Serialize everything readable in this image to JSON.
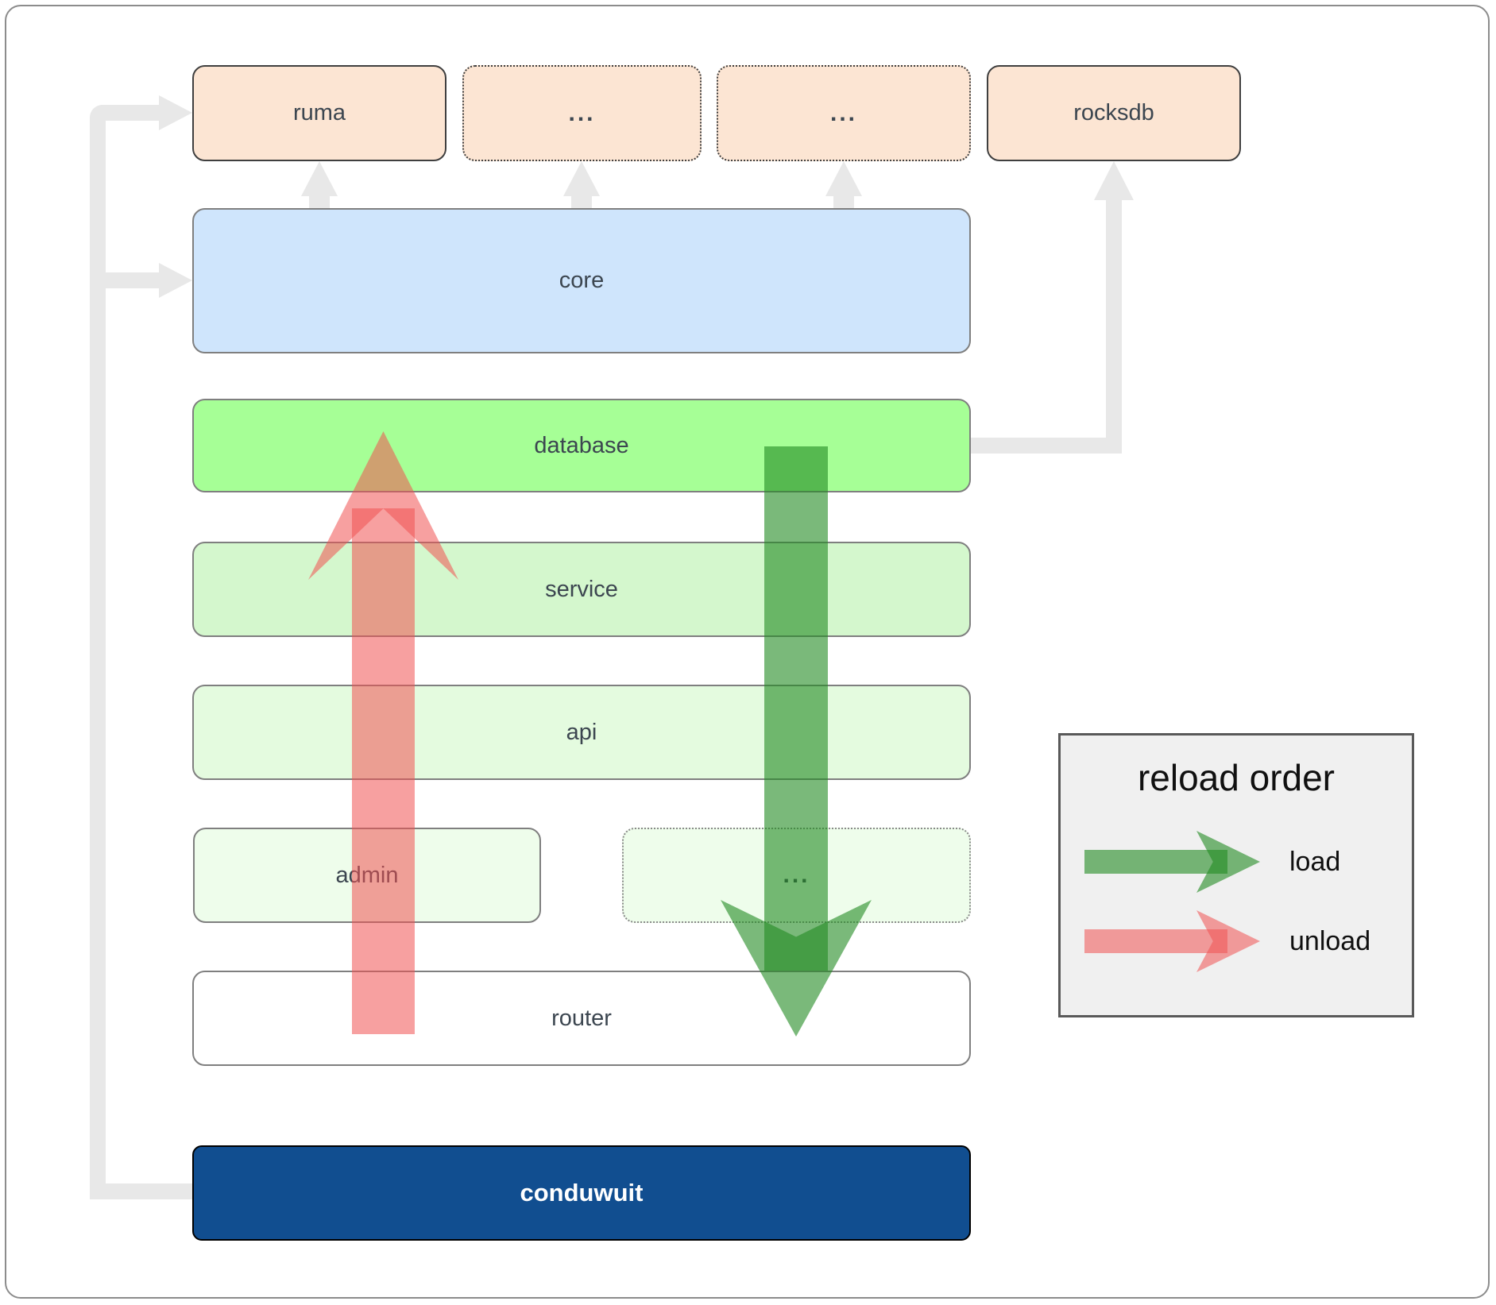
{
  "diagram": {
    "nodes": {
      "ruma": "ruma",
      "dep_other_1": "...",
      "dep_other_2": "...",
      "rocksdb": "rocksdb",
      "core": "core",
      "database": "database",
      "service": "service",
      "api": "api",
      "admin": "admin",
      "module_other": "...",
      "router": "router",
      "conduwuit": "conduwuit"
    },
    "legend": {
      "title": "reload order",
      "load_label": "load",
      "unload_label": "unload"
    },
    "colors": {
      "peach": "#fce5d3",
      "core_blue": "#cfe5fc",
      "database_green": "#a6ff96",
      "service_green": "#d4f7cd",
      "api_green": "#e4fbdf",
      "admin_green": "#eefdeb",
      "router_white": "#ffffff",
      "conduwuit_blue": "#114e90",
      "connector_gray": "#e8e8e8",
      "load_green": "rgba(34,139,34,0.6)",
      "unload_red": "rgba(240,82,82,0.55)",
      "legend_bg": "#f0f0f0",
      "label_text": "#3c4650"
    }
  }
}
